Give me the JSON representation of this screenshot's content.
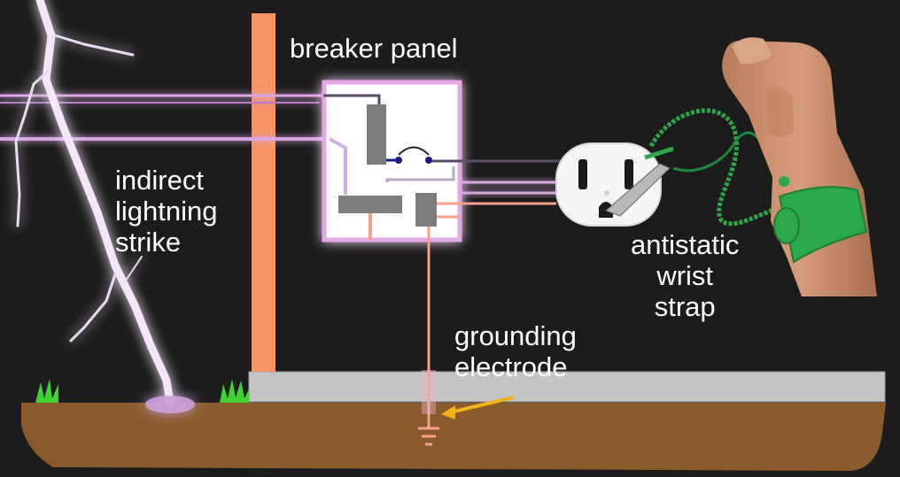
{
  "labels": {
    "breaker_panel": "breaker panel",
    "lightning": [
      "indirect",
      "lightning",
      "strike"
    ],
    "wrist_strap": [
      "antistatic",
      "wrist",
      "strap"
    ],
    "grounding": [
      "grounding",
      "electrode"
    ]
  },
  "colors": {
    "background": "#1c1c1c",
    "wall": "#f79465",
    "ground": "#8b5a2b",
    "slab": "#c4c4c4",
    "grass": "#3fd232",
    "panel_glow": "#e3a8e6",
    "breaker": "#7d7d7d",
    "ground_wire": "#f5a08c",
    "arrow": "#f0b418",
    "wrist_strap": "#2aa84a",
    "skin": "#c9906e"
  }
}
